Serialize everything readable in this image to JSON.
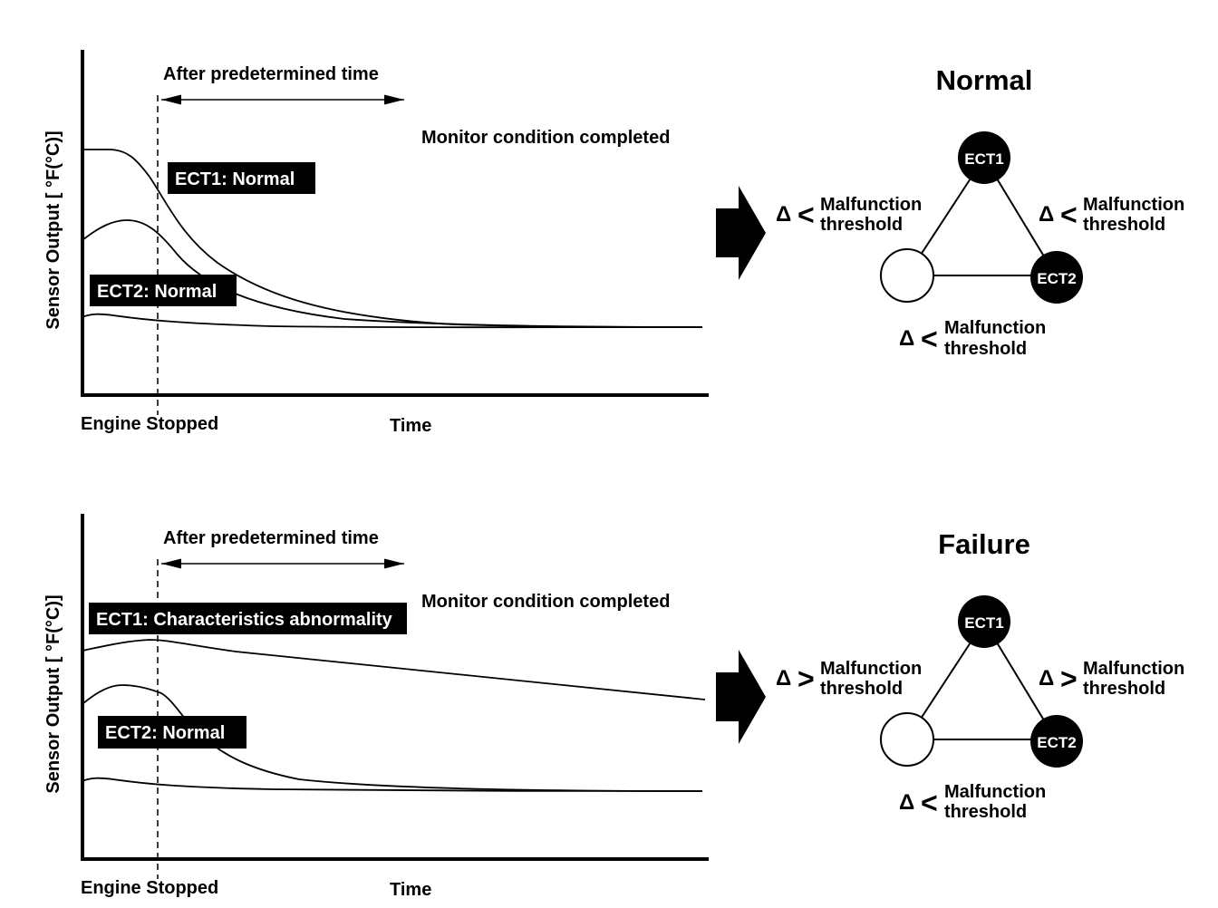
{
  "panels": [
    {
      "id": "normal",
      "axis_label": "Sensor Output [ °F(°C)]",
      "x_start_label": "Engine Stopped",
      "x_label": "Time",
      "interval_label": "After predetermined time",
      "monitor_label": "Monitor condition completed",
      "tag1": "ECT1: Normal",
      "tag2": "ECT2: Normal",
      "title": "Normal",
      "node1": "ECT1",
      "node2": "ECT2",
      "rel_left": "<",
      "rel_right": "<",
      "rel_bottom": "<",
      "threshold_line1": "Malfunction",
      "threshold_line2": "threshold",
      "delta_symbol": "Δ"
    },
    {
      "id": "failure",
      "axis_label": "Sensor Output [ °F(°C)]",
      "x_start_label": "Engine Stopped",
      "x_label": "Time",
      "interval_label": "After predetermined time",
      "monitor_label": "Monitor condition completed",
      "tag1": "ECT1: Characteristics abnormality",
      "tag2": "ECT2: Normal",
      "title": "Failure",
      "node1": "ECT1",
      "node2": "ECT2",
      "rel_left": ">",
      "rel_right": ">",
      "rel_bottom": "<",
      "threshold_line1": "Malfunction",
      "threshold_line2": "threshold",
      "delta_symbol": "Δ"
    }
  ]
}
